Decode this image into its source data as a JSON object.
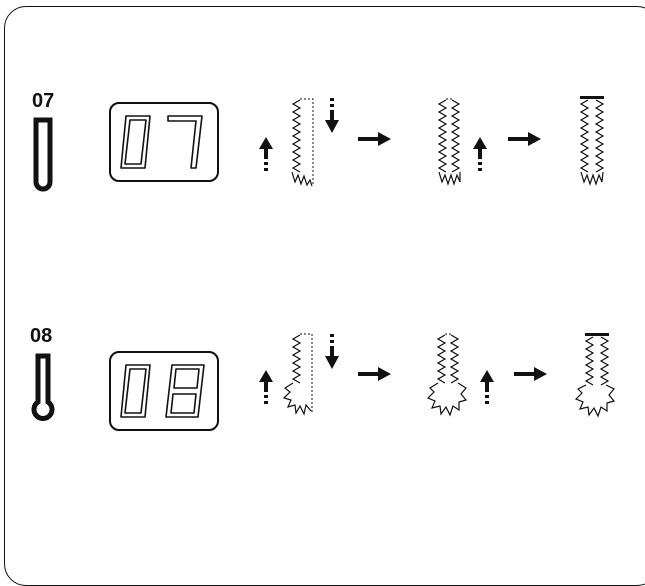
{
  "patterns": [
    {
      "number": "07",
      "display": "07",
      "buttonhole_icon": "straight-buttonhole-icon",
      "bottom_shape": "square"
    },
    {
      "number": "08",
      "display": "08",
      "buttonhole_icon": "keyhole-buttonhole-icon",
      "bottom_shape": "keyhole"
    }
  ],
  "step_icons": [
    "up-arrow-icon",
    "down-arrow-icon",
    "right-arrow-icon"
  ],
  "colors": {
    "ink": "#111111",
    "background": "#ffffff"
  }
}
